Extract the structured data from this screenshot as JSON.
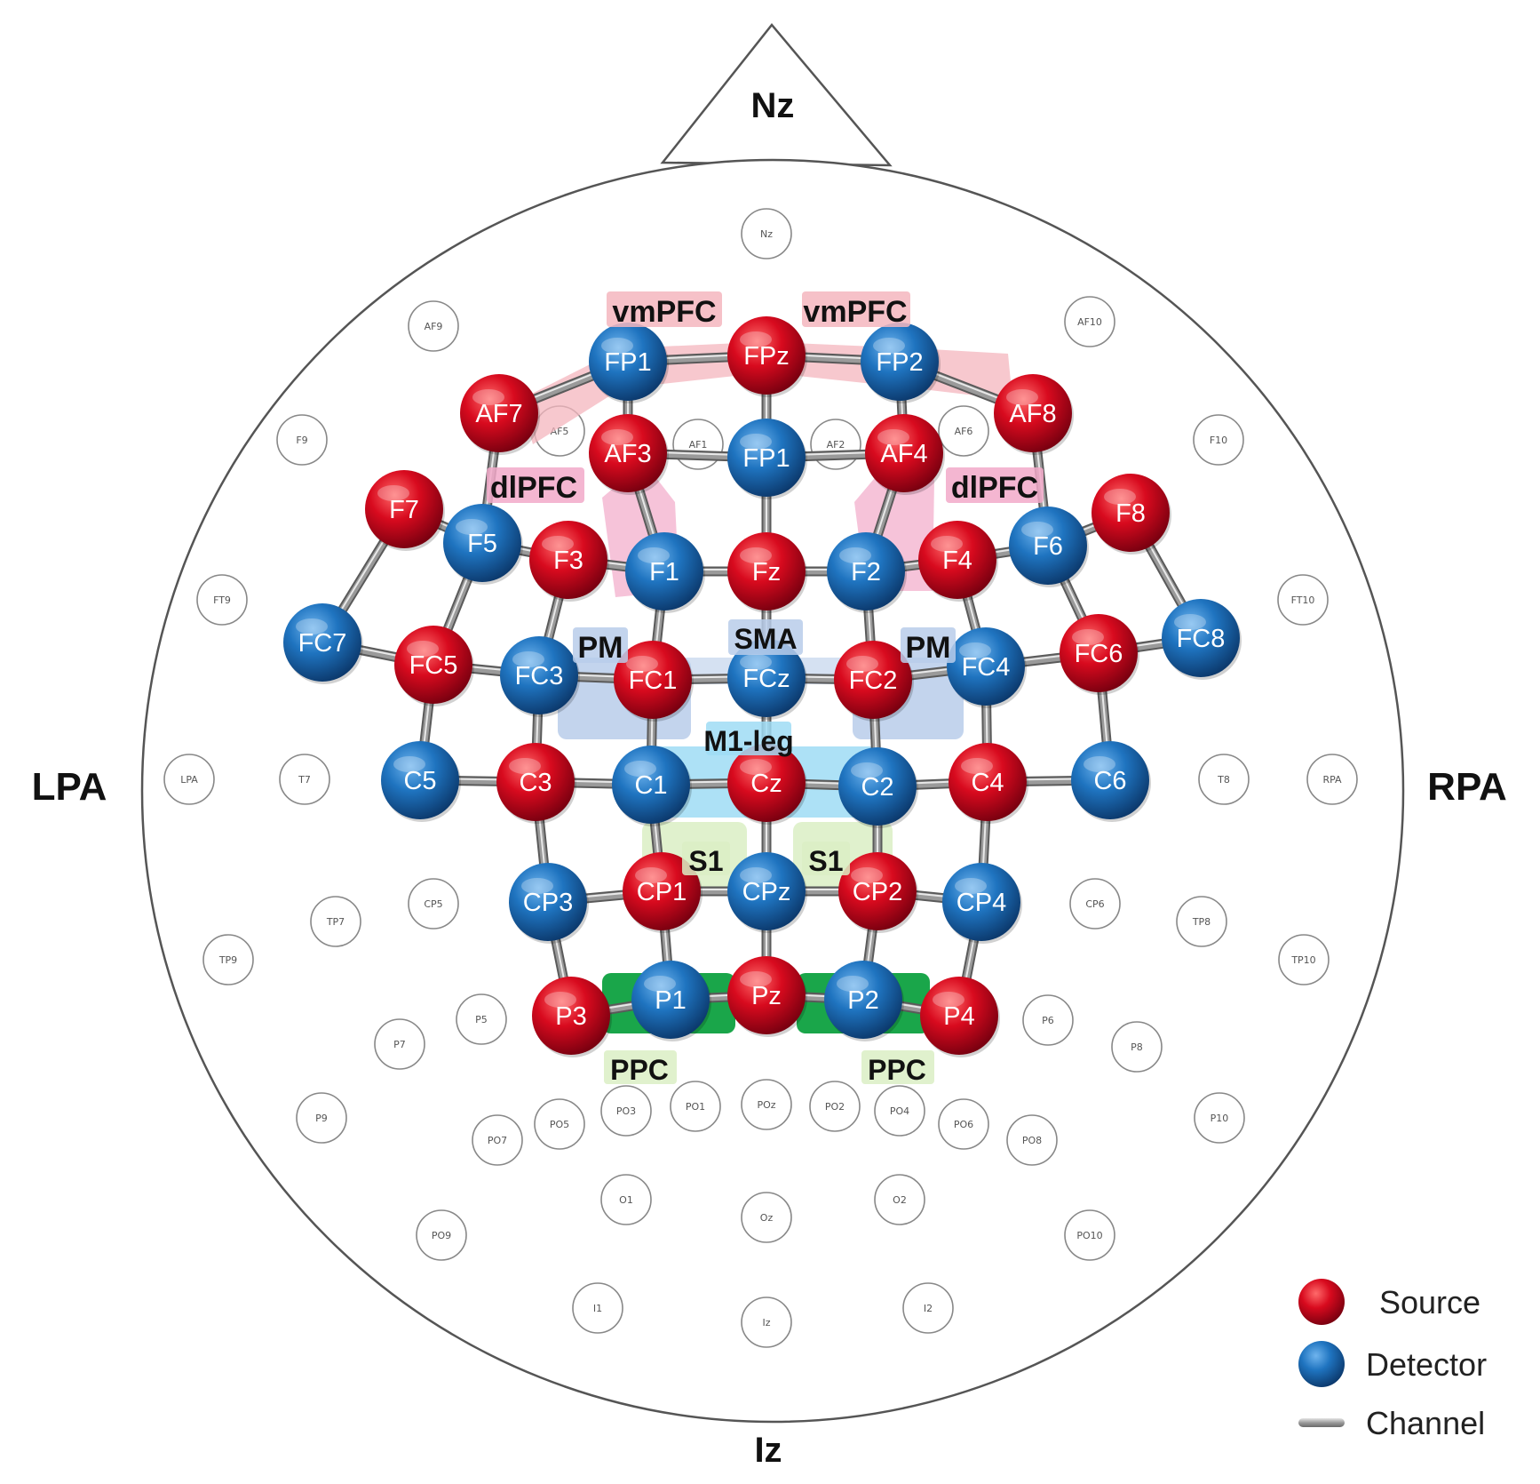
{
  "landmarks": {
    "nasion": "Nz",
    "inion": "Iz",
    "left": "LPA",
    "right": "RPA"
  },
  "colors": {
    "source": "#c8001a",
    "detector": "#1f74c0",
    "channel": "#9a9a9a",
    "prefrontal_region": "#f4b6be",
    "premotor_region": "#b9cdea",
    "motor_region": "#9fdcf4",
    "sensory_region": "#dbeec4",
    "parietal_region": "#1aa64a",
    "dlpfc_region": "#f2a9c9"
  },
  "regions": [
    {
      "id": "vmpfc-left",
      "label": "vmPFC"
    },
    {
      "id": "vmpfc-right",
      "label": "vmPFC"
    },
    {
      "id": "dlpfc-left",
      "label": "dlPFC"
    },
    {
      "id": "dlpfc-right",
      "label": "dlPFC"
    },
    {
      "id": "pm-left",
      "label": "PM"
    },
    {
      "id": "sma",
      "label": "SMA"
    },
    {
      "id": "pm-right",
      "label": "PM"
    },
    {
      "id": "m1-leg",
      "label": "M1-leg"
    },
    {
      "id": "s1-left",
      "label": "S1"
    },
    {
      "id": "s1-right",
      "label": "S1"
    },
    {
      "id": "ppc-left",
      "label": "PPC"
    },
    {
      "id": "ppc-right",
      "label": "PPC"
    }
  ],
  "optodes": [
    {
      "id": "o-fp1",
      "label": "FP1",
      "type": "detector"
    },
    {
      "id": "o-fpz",
      "label": "FPz",
      "type": "source"
    },
    {
      "id": "o-fp2",
      "label": "FP2",
      "type": "detector"
    },
    {
      "id": "o-af7",
      "label": "AF7",
      "type": "source"
    },
    {
      "id": "o-af8",
      "label": "AF8",
      "type": "source"
    },
    {
      "id": "o-af3",
      "label": "AF3",
      "type": "source"
    },
    {
      "id": "o-fp1b",
      "label": "FP1",
      "type": "detector"
    },
    {
      "id": "o-af4",
      "label": "AF4",
      "type": "source"
    },
    {
      "id": "o-f7",
      "label": "F7",
      "type": "source"
    },
    {
      "id": "o-f8",
      "label": "F8",
      "type": "source"
    },
    {
      "id": "o-f5",
      "label": "F5",
      "type": "detector"
    },
    {
      "id": "o-f6",
      "label": "F6",
      "type": "detector"
    },
    {
      "id": "o-f3",
      "label": "F3",
      "type": "source"
    },
    {
      "id": "o-f1",
      "label": "F1",
      "type": "detector"
    },
    {
      "id": "o-fz",
      "label": "Fz",
      "type": "source"
    },
    {
      "id": "o-f2",
      "label": "F2",
      "type": "detector"
    },
    {
      "id": "o-f4",
      "label": "F4",
      "type": "source"
    },
    {
      "id": "o-fc7",
      "label": "FC7",
      "type": "detector"
    },
    {
      "id": "o-fc5",
      "label": "FC5",
      "type": "source"
    },
    {
      "id": "o-fc3",
      "label": "FC3",
      "type": "detector"
    },
    {
      "id": "o-fc1",
      "label": "FC1",
      "type": "source"
    },
    {
      "id": "o-fcz",
      "label": "FCz",
      "type": "detector"
    },
    {
      "id": "o-fc2",
      "label": "FC2",
      "type": "source"
    },
    {
      "id": "o-fc4",
      "label": "FC4",
      "type": "detector"
    },
    {
      "id": "o-fc6",
      "label": "FC6",
      "type": "source"
    },
    {
      "id": "o-fc8",
      "label": "FC8",
      "type": "detector"
    },
    {
      "id": "o-c5",
      "label": "C5",
      "type": "detector"
    },
    {
      "id": "o-c3",
      "label": "C3",
      "type": "source"
    },
    {
      "id": "o-c1",
      "label": "C1",
      "type": "detector"
    },
    {
      "id": "o-cz",
      "label": "Cz",
      "type": "source"
    },
    {
      "id": "o-c2",
      "label": "C2",
      "type": "detector"
    },
    {
      "id": "o-c4",
      "label": "C4",
      "type": "source"
    },
    {
      "id": "o-c6",
      "label": "C6",
      "type": "detector"
    },
    {
      "id": "o-cp3",
      "label": "CP3",
      "type": "detector"
    },
    {
      "id": "o-cp1",
      "label": "CP1",
      "type": "source"
    },
    {
      "id": "o-cpz",
      "label": "CPz",
      "type": "detector"
    },
    {
      "id": "o-cp2",
      "label": "CP2",
      "type": "source"
    },
    {
      "id": "o-cp4",
      "label": "CP4",
      "type": "detector"
    },
    {
      "id": "o-p3",
      "label": "P3",
      "type": "source"
    },
    {
      "id": "o-p1",
      "label": "P1",
      "type": "detector"
    },
    {
      "id": "o-pz",
      "label": "Pz",
      "type": "source"
    },
    {
      "id": "o-p2",
      "label": "P2",
      "type": "detector"
    },
    {
      "id": "o-p4",
      "label": "P4",
      "type": "source"
    }
  ],
  "channels": [
    [
      "o-af7",
      "o-fp1"
    ],
    [
      "o-fp1",
      "o-fpz"
    ],
    [
      "o-fpz",
      "o-fp2"
    ],
    [
      "o-fp2",
      "o-af8"
    ],
    [
      "o-fp1",
      "o-af3"
    ],
    [
      "o-fpz",
      "o-fp1b"
    ],
    [
      "o-fp2",
      "o-af4"
    ],
    [
      "o-af3",
      "o-fp1b"
    ],
    [
      "o-fp1b",
      "o-af4"
    ],
    [
      "o-af7",
      "o-f5"
    ],
    [
      "o-af8",
      "o-f6"
    ],
    [
      "o-af3",
      "o-f1"
    ],
    [
      "o-fp1b",
      "o-fz"
    ],
    [
      "o-af4",
      "o-f2"
    ],
    [
      "o-f7",
      "o-f5"
    ],
    [
      "o-f7",
      "o-fc7"
    ],
    [
      "o-f8",
      "o-f6"
    ],
    [
      "o-f8",
      "o-fc8"
    ],
    [
      "o-f5",
      "o-fc5"
    ],
    [
      "o-f5",
      "o-f3"
    ],
    [
      "o-f3",
      "o-f1"
    ],
    [
      "o-f1",
      "o-fz"
    ],
    [
      "o-fz",
      "o-f2"
    ],
    [
      "o-f2",
      "o-f4"
    ],
    [
      "o-f4",
      "o-f6"
    ],
    [
      "o-f6",
      "o-fc6"
    ],
    [
      "o-f3",
      "o-fc3"
    ],
    [
      "o-f1",
      "o-fc1"
    ],
    [
      "o-fz",
      "o-fcz"
    ],
    [
      "o-f2",
      "o-fc2"
    ],
    [
      "o-f4",
      "o-fc4"
    ],
    [
      "o-fc7",
      "o-fc5"
    ],
    [
      "o-fc5",
      "o-fc3"
    ],
    [
      "o-fc3",
      "o-fc1"
    ],
    [
      "o-fc1",
      "o-fcz"
    ],
    [
      "o-fcz",
      "o-fc2"
    ],
    [
      "o-fc2",
      "o-fc4"
    ],
    [
      "o-fc4",
      "o-fc6"
    ],
    [
      "o-fc6",
      "o-fc8"
    ],
    [
      "o-fc5",
      "o-c5"
    ],
    [
      "o-fc3",
      "o-c3"
    ],
    [
      "o-fc1",
      "o-c1"
    ],
    [
      "o-fcz",
      "o-cz"
    ],
    [
      "o-fc2",
      "o-c2"
    ],
    [
      "o-fc4",
      "o-c4"
    ],
    [
      "o-fc6",
      "o-c6"
    ],
    [
      "o-c5",
      "o-c3"
    ],
    [
      "o-c3",
      "o-c1"
    ],
    [
      "o-c1",
      "o-cz"
    ],
    [
      "o-cz",
      "o-c2"
    ],
    [
      "o-c2",
      "o-c4"
    ],
    [
      "o-c4",
      "o-c6"
    ],
    [
      "o-c3",
      "o-cp3"
    ],
    [
      "o-c1",
      "o-cp1"
    ],
    [
      "o-cz",
      "o-cpz"
    ],
    [
      "o-c2",
      "o-cp2"
    ],
    [
      "o-c4",
      "o-cp4"
    ],
    [
      "o-cp3",
      "o-cp1"
    ],
    [
      "o-cp1",
      "o-cpz"
    ],
    [
      "o-cpz",
      "o-cp2"
    ],
    [
      "o-cp2",
      "o-cp4"
    ],
    [
      "o-cp3",
      "o-p3"
    ],
    [
      "o-cp1",
      "o-p1"
    ],
    [
      "o-cpz",
      "o-pz"
    ],
    [
      "o-cp2",
      "o-p2"
    ],
    [
      "o-cp4",
      "o-p4"
    ],
    [
      "o-p3",
      "o-p1"
    ],
    [
      "o-p1",
      "o-pz"
    ],
    [
      "o-pz",
      "o-p2"
    ],
    [
      "o-p2",
      "o-p4"
    ]
  ],
  "reference_positions": [
    "Nz",
    "AF9",
    "AF10",
    "F9",
    "F10",
    "AF5",
    "AF1",
    "AF2",
    "AF6",
    "FT9",
    "FT10",
    "LPA",
    "T7",
    "T8",
    "RPA",
    "CP5",
    "CP6",
    "TP7",
    "TP8",
    "TP9",
    "TP10",
    "P5",
    "P6",
    "P7",
    "P8",
    "P9",
    "P10",
    "PO7",
    "PO5",
    "PO3",
    "PO1",
    "POz",
    "PO2",
    "PO4",
    "PO6",
    "PO8",
    "O1",
    "Oz",
    "O2",
    "PO9",
    "PO10",
    "I1",
    "Iz",
    "I2"
  ],
  "legend": [
    {
      "label": "Source",
      "kind": "source"
    },
    {
      "label": "Detector",
      "kind": "detector"
    },
    {
      "label": "Channel",
      "kind": "channel"
    }
  ]
}
